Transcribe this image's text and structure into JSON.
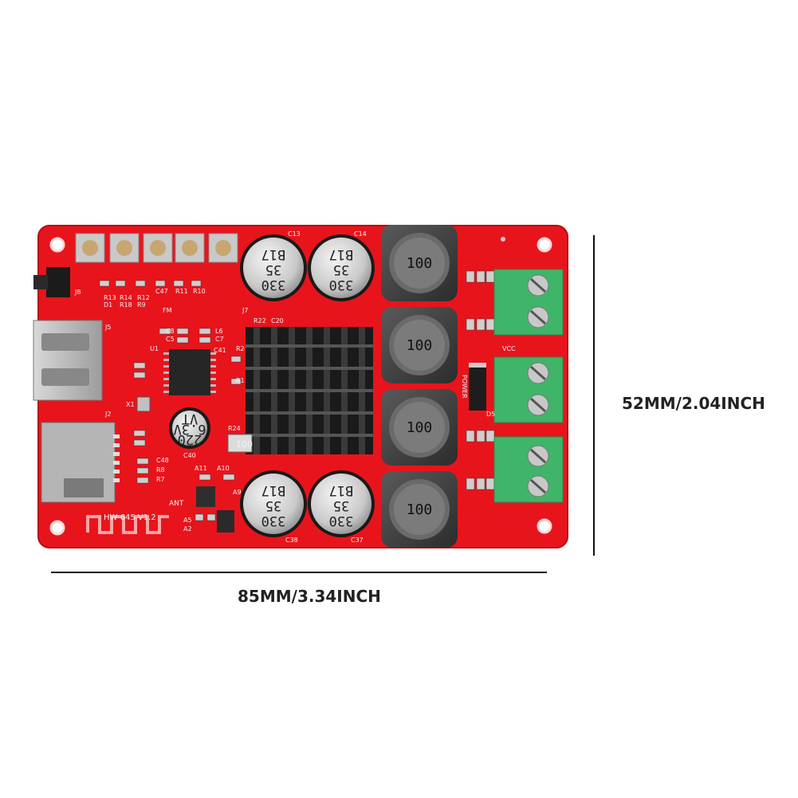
{
  "dimensions": {
    "width_label": "85MM/3.34INCH",
    "height_label": "52MM/2.04INCH"
  },
  "board": {
    "model_label": "HW-645 V1.2",
    "antenna_label": "ANT",
    "fm_label": "FM",
    "vcc_label": "VCC",
    "power_label": "POWER",
    "colors": {
      "pcb": "#e8141c",
      "heatsink": "#1a1a1a",
      "terminal": "#3fb56a"
    }
  },
  "capacitors": [
    {
      "lines": [
        "330",
        "35",
        "B17"
      ]
    },
    {
      "lines": [
        "330",
        "35",
        "B17"
      ]
    },
    {
      "lines": [
        "330",
        "35",
        "B17"
      ]
    },
    {
      "lines": [
        "330",
        "35",
        "B17"
      ]
    }
  ],
  "small_capacitor": {
    "lines": [
      "220",
      "6.3V",
      "VT"
    ]
  },
  "inductors": [
    {
      "label": "100"
    },
    {
      "label": "100"
    },
    {
      "label": "100"
    },
    {
      "label": "100"
    }
  ],
  "silkscreen": {
    "c13": "C13",
    "c14": "C14",
    "c38": "C38",
    "c37": "C37",
    "c40": "C40",
    "j5": "J5",
    "j2": "J2",
    "j7": "J7",
    "j8": "J8",
    "u1": "U1",
    "r22": "R22",
    "c20": "C20",
    "r24": "R24",
    "r2": "R2",
    "r1": "R1",
    "d1": "D1",
    "r18": "R18",
    "r9": "R9",
    "r11": "R11",
    "r10": "R10",
    "a11": "A11",
    "a10": "A10",
    "a9": "A9",
    "a5": "A5",
    "a2": "A2",
    "c8": "C8",
    "c5": "C5",
    "l6": "L6",
    "c7": "C7",
    "c41": "C41",
    "x1": "X1",
    "c47": "C47",
    "r13": "R13",
    "r14": "R14",
    "r12": "R12",
    "c48": "C48",
    "r8": "R8",
    "r7": "R7",
    "ic_text": "100",
    "d5": "D5"
  }
}
